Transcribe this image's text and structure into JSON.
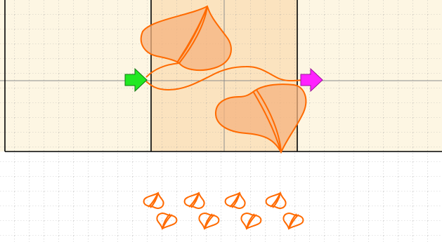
{
  "canvas": {
    "band_fill": "#fdf6e3",
    "center_cell_fill": "#fbe3bf",
    "grid_color": "#9a9a9a",
    "frame_color": "#000000",
    "axis_color": "#8c8c8c"
  },
  "shape": {
    "stroke": "#ff6a00",
    "fill": "#f6b37f",
    "fill_opacity": 0.75
  },
  "arrows": {
    "in_arrow": {
      "color": "#22e822",
      "icon": "right-arrow-icon"
    },
    "out_arrow": {
      "color": "#ff22ff",
      "icon": "right-arrow-icon"
    }
  },
  "pattern": {
    "motif": "leaf-tile",
    "count_top": 4,
    "count_bottom": 4
  }
}
